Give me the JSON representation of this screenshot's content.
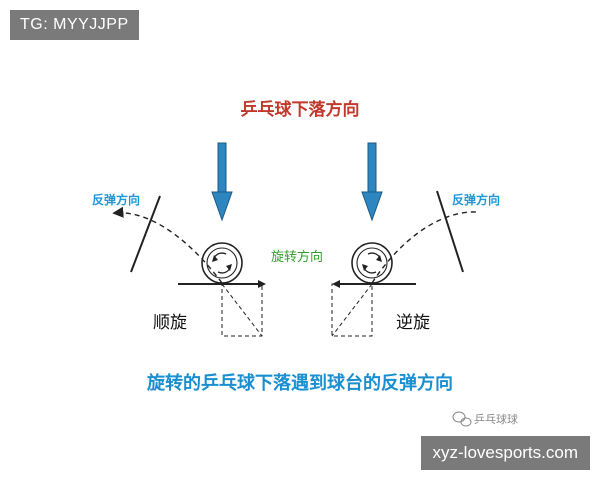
{
  "watermark_tag": "TG: MYYJJPP",
  "watermark_site": "xyz-lovesports.com",
  "diagram": {
    "title": "乒乓球下落方向",
    "left_bounce_label": "反弹方向",
    "right_bounce_label": "反弹方向",
    "rotation_label": "旋转方向",
    "left_spin_label": "顺旋",
    "right_spin_label": "逆旋",
    "caption": "旋转的乒乓球下落遇到球台的反弹方向",
    "credit": "乒乓球球"
  },
  "colors": {
    "title_red": "#c0392b",
    "blue_label": "#1f97d4",
    "green_label": "#33a02c",
    "caption_blue": "#1a8fd0",
    "arrow_fill": "#2e86c1"
  }
}
